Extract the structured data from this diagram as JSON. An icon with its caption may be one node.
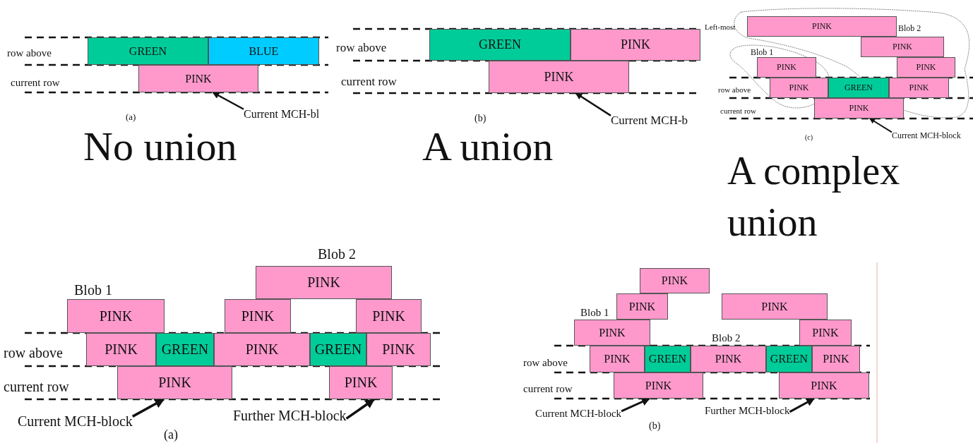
{
  "diagram": {
    "nodes": [
      {
        "text": [
          "GREEN"
        ]
      },
      {
        "text": [
          "BLUE"
        ]
      },
      {
        "text": [
          "PINK"
        ]
      },
      {
        "text": [
          "Current MCH-bl"
        ]
      },
      {
        "text": [
          "GREEN"
        ]
      },
      {
        "text": [
          "PINK"
        ]
      },
      {
        "text": [
          "PINK"
        ]
      },
      {
        "text": [
          "Current MCH-b"
        ]
      },
      {
        "text": [
          "PINK"
        ]
      },
      {
        "text": [
          "PINK"
        ]
      },
      {
        "text": [
          "PINK"
        ]
      },
      {
        "text": [
          "PINK"
        ]
      },
      {
        "text": [
          "PINK"
        ]
      },
      {
        "text": [
          "GREEN"
        ]
      },
      {
        "text": [
          "PINK"
        ]
      },
      {
        "text": [
          "PINK"
        ]
      },
      {
        "text": [
          "Current MCH-block"
        ]
      },
      {
        "text": [
          "PINK"
        ]
      },
      {
        "text": [
          "PINK"
        ]
      },
      {
        "text": [
          "PINK"
        ]
      },
      {
        "text": [
          "PINK"
        ]
      },
      {
        "text": [
          "PINK"
        ]
      },
      {
        "text": [
          "GREEN"
        ]
      },
      {
        "text": [
          "PINK"
        ]
      },
      {
        "text": [
          "GREEN"
        ]
      },
      {
        "text": [
          "PINK"
        ]
      },
      {
        "text": [
          "PINK"
        ]
      },
      {
        "text": [
          "PINK"
        ]
      },
      {
        "text": [
          "Current MCH-block"
        ]
      },
      {
        "text": [
          "Further MCH-block"
        ]
      },
      {
        "text": [
          "PINK"
        ]
      },
      {
        "text": [
          "PINK"
        ]
      },
      {
        "text": [
          "PINK"
        ]
      },
      {
        "text": [
          "PINK"
        ]
      },
      {
        "text": [
          "PINK"
        ]
      },
      {
        "text": [
          "PINK"
        ]
      },
      {
        "text": [
          "GREEN"
        ]
      },
      {
        "text": [
          "PINK"
        ]
      },
      {
        "text": [
          "GREEN"
        ]
      },
      {
        "text": [
          "PINK"
        ]
      },
      {
        "text": [
          "PINK"
        ]
      },
      {
        "text": [
          "PINK"
        ]
      },
      {
        "text": [
          "Current MCH-block"
        ]
      },
      {
        "text": [
          "Further MCH-block"
        ]
      }
    ],
    "edges": [
      {
        "from": 3,
        "to": 2,
        "arrow": "to"
      },
      {
        "from": 7,
        "to": 6,
        "arrow": "to"
      },
      {
        "from": 16,
        "to": 15,
        "arrow": "to"
      },
      {
        "from": 28,
        "to": 26,
        "arrow": "to"
      },
      {
        "from": 29,
        "to": 27,
        "arrow": "to"
      },
      {
        "from": 42,
        "to": 40,
        "arrow": "to"
      },
      {
        "from": 43,
        "to": 41,
        "arrow": "to"
      }
    ],
    "labels": [
      "row above",
      "current row",
      "(a)",
      "No union",
      "row above",
      "current row",
      "(b)",
      "A union",
      "Left-most",
      "Blob 2",
      "Blob 1",
      "row above",
      "current row",
      "(c)",
      "A complex union",
      "Blob 2",
      "Blob 1",
      "row above",
      "current row",
      "(a)",
      "Blob 1",
      "Blob 2",
      "row above",
      "current row",
      "(b)"
    ]
  }
}
